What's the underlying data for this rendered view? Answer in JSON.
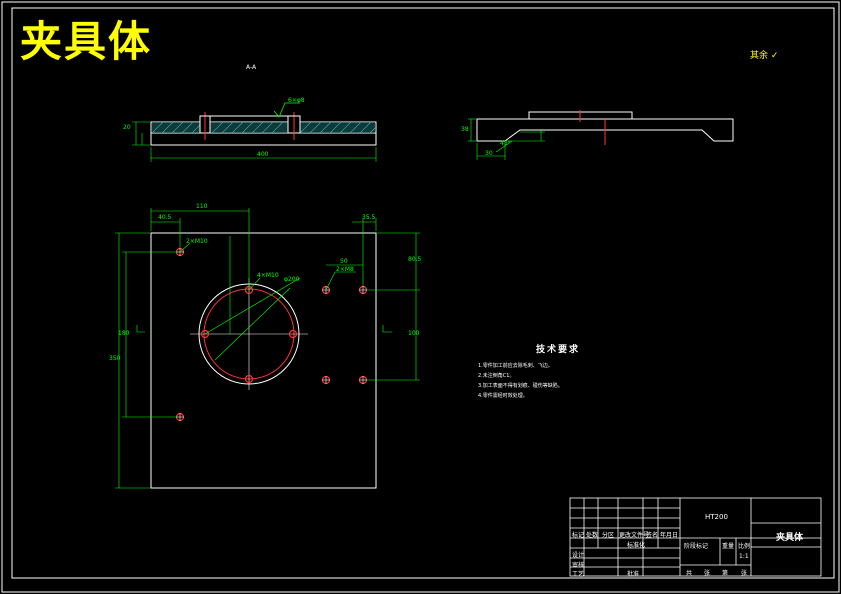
{
  "drawing": {
    "title": "夹具体",
    "section_label": "A-A"
  },
  "roughness_note": "其余",
  "tech_requirements": {
    "heading": "技术要求",
    "items": [
      "1.零件加工前应去除毛刺、飞边。",
      "2.未注倒角C1。",
      "3.加工表面不得有划痕、碰伤等缺陷。",
      "4.零件需经时效处理。"
    ]
  },
  "title_block": {
    "part_name": "夹具体",
    "material": "HT200",
    "row_labels": [
      "设计",
      "审核",
      "工艺"
    ],
    "col_labels": [
      "标记",
      "处数",
      "分区",
      "更改文件号",
      "签名",
      "年月日"
    ],
    "footer": [
      "共",
      "张",
      "第",
      "张"
    ],
    "standardization": "标准化",
    "approve": "批准",
    "stage_mark": "阶段标记",
    "weight": "重量",
    "scale": "比例",
    "scale_value": "1:1"
  },
  "dimensions": {
    "total_width": "400",
    "thickness": "20",
    "offset_110": "110",
    "left_offset": "40.5",
    "right_offset": "35.5",
    "spacing_50": "50",
    "height_350": "350",
    "height_180": "180",
    "height_100": "100",
    "height_80": "80.5",
    "hole_label_1": "2×M10",
    "hole_label_2": "2×M8",
    "hole_label_3": "4×M10",
    "bolt_circle": "φ200",
    "side_height": "38",
    "side_width": "30",
    "side_angle": "45°",
    "center_note": "6×φ8"
  }
}
